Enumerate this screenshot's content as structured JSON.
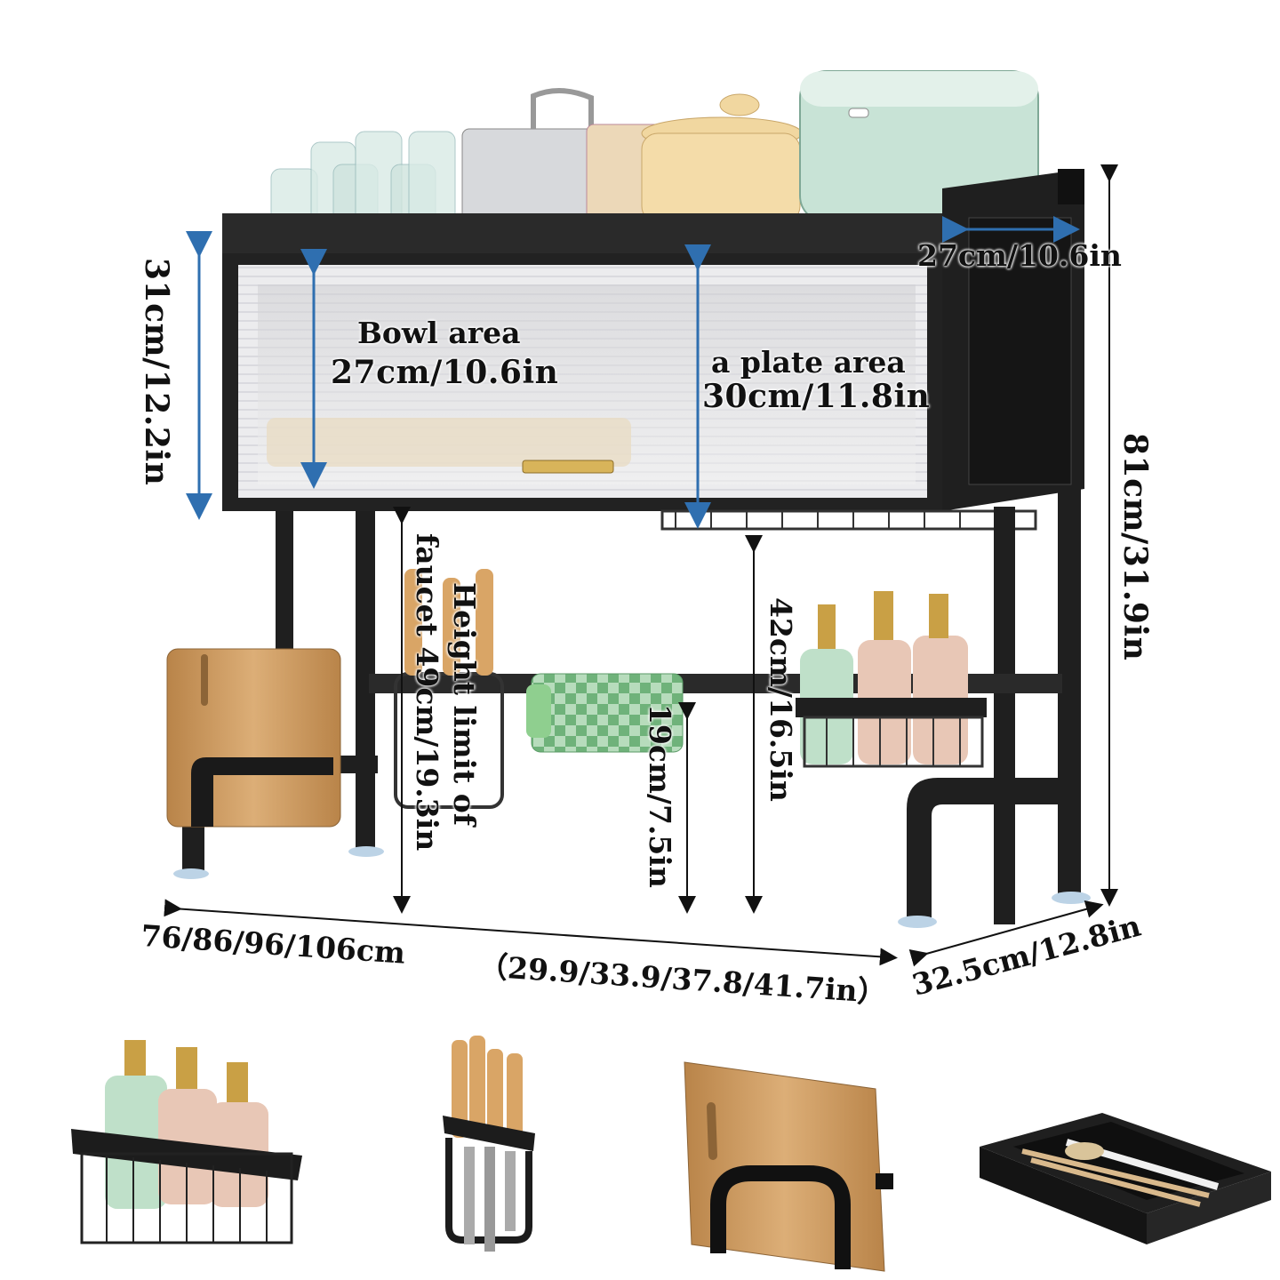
{
  "labels": {
    "height_total": "31cm/12.2in",
    "depth_top": "27cm/10.6in",
    "bowl_title": "Bowl area",
    "bowl_size": "27cm/10.6in",
    "plate_title": "a plate area",
    "plate_size": "30cm/11.8in",
    "overall_height": "81cm/31.9in",
    "faucet_line1": "Height limit of",
    "faucet_line2": "faucet 49cm/19.3in",
    "shelf_gap": "42cm/16.5in",
    "rail_gap": "19cm/7.5in",
    "width_cm": "76/86/96/106cm",
    "width_in": "（29.9/33.9/37.8/41.7in）",
    "depth_bottom": "32.5cm/12.8in"
  },
  "accessories": [
    {
      "name": "soap-basket"
    },
    {
      "name": "knife-holder"
    },
    {
      "name": "cutting-board-holder"
    },
    {
      "name": "utensil-tray"
    }
  ],
  "colors": {
    "frame": "#1f1f1f",
    "arrow": "#2f6fb0",
    "wood": "#c9955a",
    "bottle_green": "#bfe0c9",
    "bottle_pink": "#e8c7b6",
    "cabinet_glass": "#e9e9ea"
  }
}
